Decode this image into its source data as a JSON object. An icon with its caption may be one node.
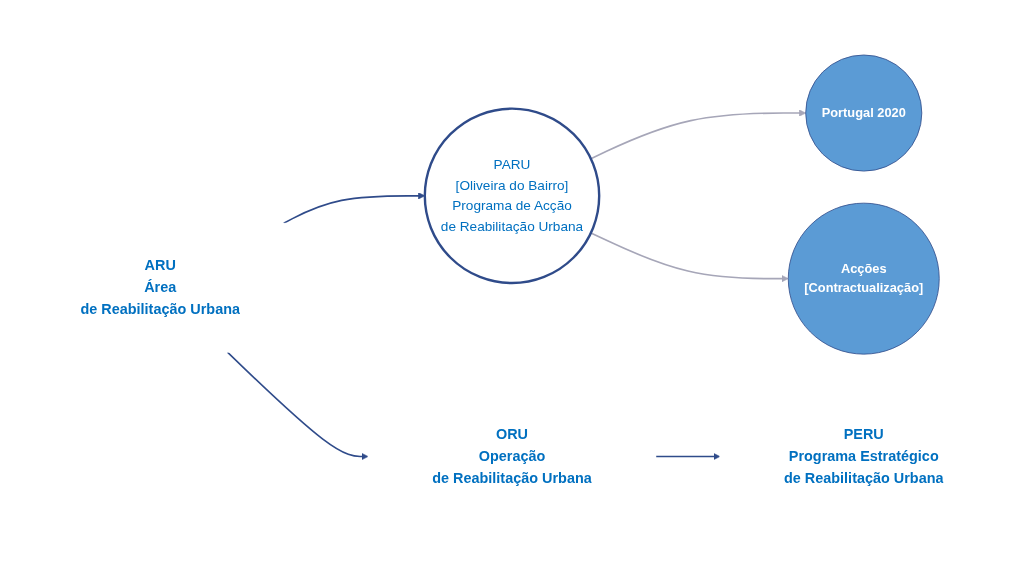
{
  "diagram": {
    "nodes": [
      {
        "text": [
          "ARU",
          "Área",
          "de Reabilitação Urbana"
        ]
      },
      {
        "text": [
          "PARU",
          "[Oliveira do Bairro]",
          "Programa de Acção",
          "de Reabilitação Urbana"
        ]
      },
      {
        "text": [
          "Portugal 2020"
        ]
      },
      {
        "text": [
          "Acções",
          "[Contractualização]"
        ]
      },
      {
        "text": [
          "ORU",
          "Operação",
          "de Reabilitação Urbana"
        ]
      },
      {
        "text": [
          "PERU",
          "Programa Estratégico",
          "de Reabilitação Urbana"
        ]
      }
    ],
    "edges": [
      {
        "from": 0,
        "to": 1,
        "arrow": "to"
      },
      {
        "from": 1,
        "to": 2,
        "arrow": "to",
        "color": "#a6a6b8"
      },
      {
        "from": 1,
        "to": 3,
        "arrow": "to",
        "color": "#a6a6b8"
      },
      {
        "from": 0,
        "to": 4,
        "arrow": "to"
      },
      {
        "from": 4,
        "to": 5,
        "arrow": "to"
      }
    ]
  }
}
